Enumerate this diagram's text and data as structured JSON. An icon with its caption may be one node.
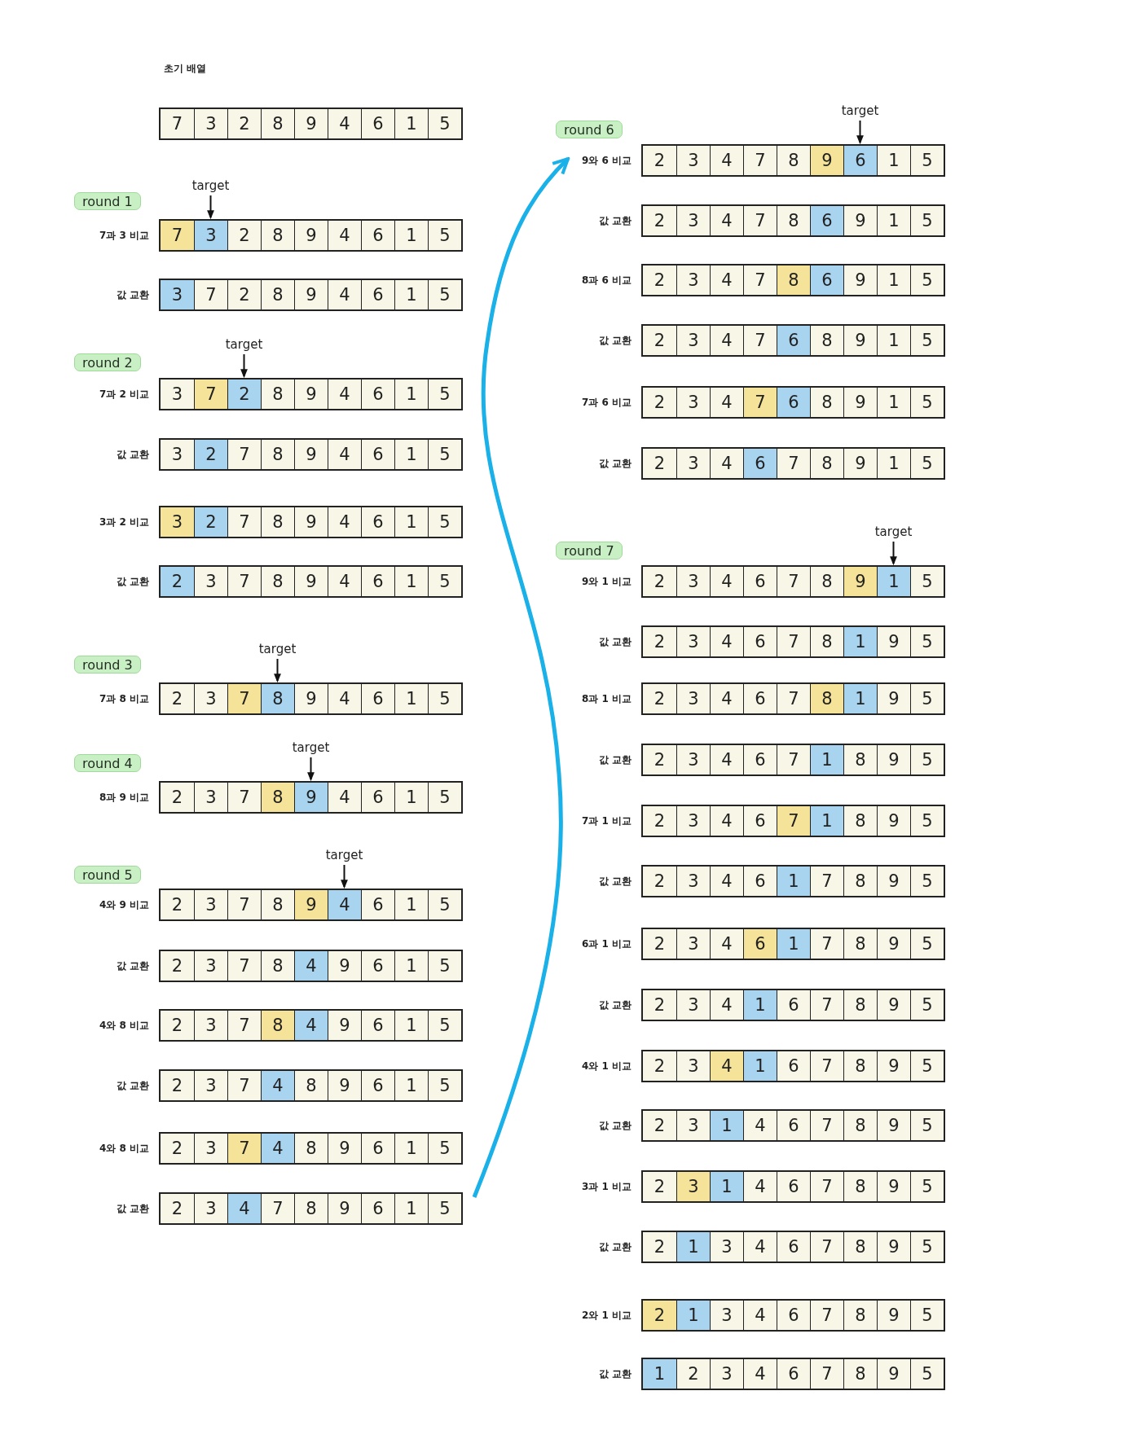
{
  "diagram": {
    "nodes": [
      {
        "text": [
          "7",
          "3",
          "2",
          "8",
          "9",
          "4",
          "6",
          "1",
          "5"
        ],
        "beside": [
          "초기 배열"
        ]
      },
      {
        "text": [
          "round 1"
        ]
      },
      {
        "text": [
          "target"
        ]
      },
      {
        "text": [
          "7",
          "3",
          "2",
          "8",
          "9",
          "4",
          "6",
          "1",
          "5"
        ],
        "beside": [
          "7과 3 비교"
        ]
      },
      {
        "text": [
          "3",
          "7",
          "2",
          "8",
          "9",
          "4",
          "6",
          "1",
          "5"
        ],
        "beside": [
          "값 교환"
        ]
      },
      {
        "text": [
          "round 2"
        ]
      },
      {
        "text": [
          "target"
        ]
      },
      {
        "text": [
          "3",
          "7",
          "2",
          "8",
          "9",
          "4",
          "6",
          "1",
          "5"
        ],
        "beside": [
          "7과 2 비교"
        ]
      },
      {
        "text": [
          "3",
          "2",
          "7",
          "8",
          "9",
          "4",
          "6",
          "1",
          "5"
        ],
        "beside": [
          "값 교환"
        ]
      },
      {
        "text": [
          "3",
          "2",
          "7",
          "8",
          "9",
          "4",
          "6",
          "1",
          "5"
        ],
        "beside": [
          "3과 2 비교"
        ]
      },
      {
        "text": [
          "2",
          "3",
          "7",
          "8",
          "9",
          "4",
          "6",
          "1",
          "5"
        ],
        "beside": [
          "값 교환"
        ]
      },
      {
        "text": [
          "round 3"
        ]
      },
      {
        "text": [
          "target"
        ]
      },
      {
        "text": [
          "2",
          "3",
          "7",
          "8",
          "9",
          "4",
          "6",
          "1",
          "5"
        ],
        "beside": [
          "7과 8 비교"
        ]
      },
      {
        "text": [
          "round 4"
        ]
      },
      {
        "text": [
          "target"
        ]
      },
      {
        "text": [
          "2",
          "3",
          "7",
          "8",
          "9",
          "4",
          "6",
          "1",
          "5"
        ],
        "beside": [
          "8과 9 비교"
        ]
      },
      {
        "text": [
          "round 5"
        ]
      },
      {
        "text": [
          "target"
        ]
      },
      {
        "text": [
          "2",
          "3",
          "7",
          "8",
          "9",
          "4",
          "6",
          "1",
          "5"
        ],
        "beside": [
          "4와 9 비교"
        ]
      },
      {
        "text": [
          "2",
          "3",
          "7",
          "8",
          "4",
          "9",
          "6",
          "1",
          "5"
        ],
        "beside": [
          "값 교환"
        ]
      },
      {
        "text": [
          "2",
          "3",
          "7",
          "8",
          "4",
          "9",
          "6",
          "1",
          "5"
        ],
        "beside": [
          "4와 8 비교"
        ]
      },
      {
        "text": [
          "2",
          "3",
          "7",
          "4",
          "8",
          "9",
          "6",
          "1",
          "5"
        ],
        "beside": [
          "값 교환"
        ]
      },
      {
        "text": [
          "2",
          "3",
          "7",
          "4",
          "8",
          "9",
          "6",
          "1",
          "5"
        ],
        "beside": [
          "4와 8 비교"
        ]
      },
      {
        "text": [
          "2",
          "3",
          "4",
          "7",
          "8",
          "9",
          "6",
          "1",
          "5"
        ],
        "beside": [
          "값 교환"
        ]
      },
      {
        "text": [
          "round 6"
        ]
      },
      {
        "text": [
          "target"
        ]
      },
      {
        "text": [
          "2",
          "3",
          "4",
          "7",
          "8",
          "9",
          "6",
          "1",
          "5"
        ],
        "beside": [
          "9와 6 비교"
        ]
      },
      {
        "text": [
          "2",
          "3",
          "4",
          "7",
          "8",
          "6",
          "9",
          "1",
          "5"
        ],
        "beside": [
          "값 교환"
        ]
      },
      {
        "text": [
          "2",
          "3",
          "4",
          "7",
          "8",
          "6",
          "9",
          "1",
          "5"
        ],
        "beside": [
          "8과 6 비교"
        ]
      },
      {
        "text": [
          "2",
          "3",
          "4",
          "7",
          "6",
          "8",
          "9",
          "1",
          "5"
        ],
        "beside": [
          "값 교환"
        ]
      },
      {
        "text": [
          "2",
          "3",
          "4",
          "7",
          "6",
          "8",
          "9",
          "1",
          "5"
        ],
        "beside": [
          "7과 6 비교"
        ]
      },
      {
        "text": [
          "2",
          "3",
          "4",
          "6",
          "7",
          "8",
          "9",
          "1",
          "5"
        ],
        "beside": [
          "값 교환"
        ]
      },
      {
        "text": [
          "round 7"
        ]
      },
      {
        "text": [
          "target"
        ]
      },
      {
        "text": [
          "2",
          "3",
          "4",
          "6",
          "7",
          "8",
          "9",
          "1",
          "5"
        ],
        "beside": [
          "9와 1 비교"
        ]
      },
      {
        "text": [
          "2",
          "3",
          "4",
          "6",
          "7",
          "8",
          "1",
          "9",
          "5"
        ],
        "beside": [
          "값 교환"
        ]
      },
      {
        "text": [
          "2",
          "3",
          "4",
          "6",
          "7",
          "8",
          "1",
          "9",
          "5"
        ],
        "beside": [
          "8과 1 비교"
        ]
      },
      {
        "text": [
          "2",
          "3",
          "4",
          "6",
          "7",
          "1",
          "8",
          "9",
          "5"
        ],
        "beside": [
          "값 교환"
        ]
      },
      {
        "text": [
          "2",
          "3",
          "4",
          "6",
          "7",
          "1",
          "8",
          "9",
          "5"
        ],
        "beside": [
          "7과 1 비교"
        ]
      },
      {
        "text": [
          "2",
          "3",
          "4",
          "6",
          "1",
          "7",
          "8",
          "9",
          "5"
        ],
        "beside": [
          "값 교환"
        ]
      },
      {
        "text": [
          "2",
          "3",
          "4",
          "6",
          "1",
          "7",
          "8",
          "9",
          "5"
        ],
        "beside": [
          "6과 1 비교"
        ]
      },
      {
        "text": [
          "2",
          "3",
          "4",
          "1",
          "6",
          "7",
          "8",
          "9",
          "5"
        ],
        "beside": [
          "값 교환"
        ]
      },
      {
        "text": [
          "2",
          "3",
          "4",
          "1",
          "6",
          "7",
          "8",
          "9",
          "5"
        ],
        "beside": [
          "4와 1 비교"
        ]
      },
      {
        "text": [
          "2",
          "3",
          "1",
          "4",
          "6",
          "7",
          "8",
          "9",
          "5"
        ],
        "beside": [
          "값 교환"
        ]
      },
      {
        "text": [
          "2",
          "3",
          "1",
          "4",
          "6",
          "7",
          "8",
          "9",
          "5"
        ],
        "beside": [
          "3과 1 비교"
        ]
      },
      {
        "text": [
          "2",
          "1",
          "3",
          "4",
          "6",
          "7",
          "8",
          "9",
          "5"
        ],
        "beside": [
          "값 교환"
        ]
      },
      {
        "text": [
          "2",
          "1",
          "3",
          "4",
          "6",
          "7",
          "8",
          "9",
          "5"
        ],
        "beside": [
          "2와 1 비교"
        ]
      },
      {
        "text": [
          "1",
          "2",
          "3",
          "4",
          "6",
          "7",
          "8",
          "9",
          "5"
        ],
        "beside": [
          "값 교환"
        ]
      }
    ],
    "edges": [
      {
        "from": 2,
        "to": null,
        "arrow": "to"
      },
      {
        "from": 6,
        "to": null,
        "arrow": "to"
      },
      {
        "from": 12,
        "to": null,
        "arrow": "to"
      },
      {
        "from": 15,
        "to": null,
        "arrow": "to"
      },
      {
        "from": 18,
        "to": null,
        "arrow": "to"
      },
      {
        "from": 26,
        "to": null,
        "arrow": "to"
      },
      {
        "from": 34,
        "to": null,
        "arrow": "to"
      },
      {
        "from": 24,
        "to": 27,
        "arrow": "to",
        "style": "thick",
        "color": "#1ab0e8"
      }
    ]
  }
}
